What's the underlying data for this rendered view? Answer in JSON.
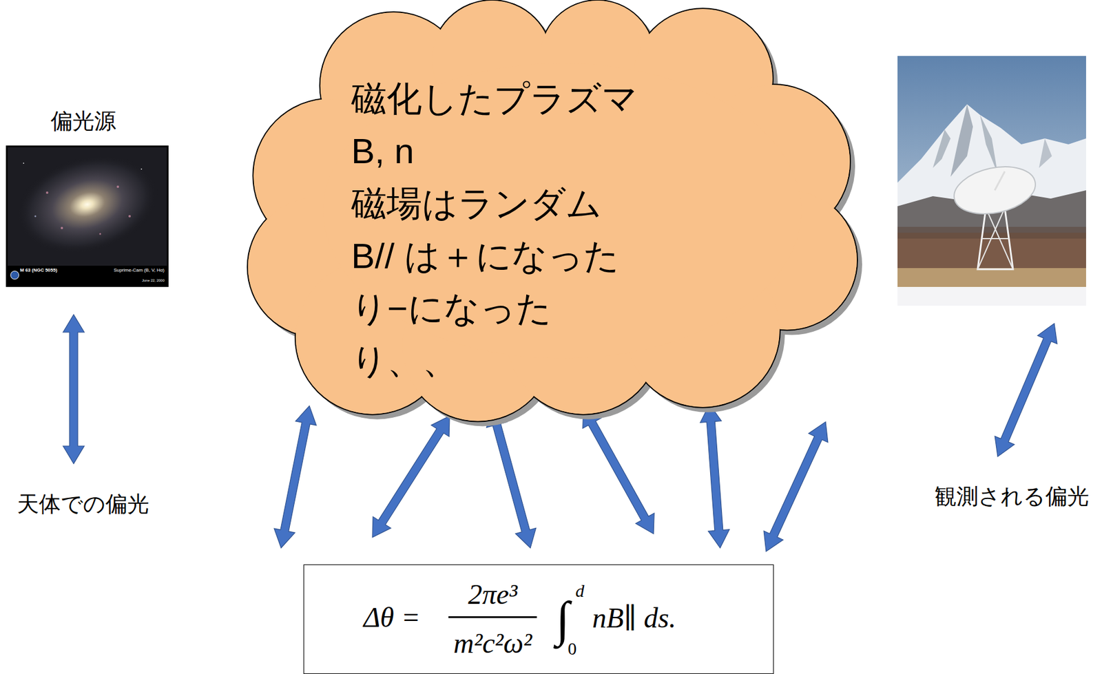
{
  "diagram": {
    "nodes": [
      {
        "text": [
          "磁化したプラズマ",
          "B, n",
          "磁場はランダム",
          "B// は＋になったり−になったり、、"
        ]
      },
      {
        "text": [
          "Δθ =",
          "2πe³",
          "m²c²ω²",
          "∫",
          "d",
          "0",
          "nB∥ ds."
        ]
      }
    ],
    "edges": [
      {
        "from": 0,
        "to": 1,
        "arrow": "both"
      },
      {
        "from": 0,
        "to": 1,
        "arrow": "both"
      },
      {
        "from": 0,
        "to": 1,
        "arrow": "both"
      },
      {
        "from": 0,
        "to": 1,
        "arrow": "both"
      },
      {
        "from": 0,
        "to": 1,
        "arrow": "both"
      },
      {
        "from": 0,
        "to": 1,
        "arrow": "both"
      }
    ],
    "labels": [
      "偏光源",
      "M 63 (NGC 5055)",
      "Suprime-Cam (B, V, Hα)",
      "June 22, 2000",
      "天体での偏光",
      "観測される偏光"
    ]
  }
}
